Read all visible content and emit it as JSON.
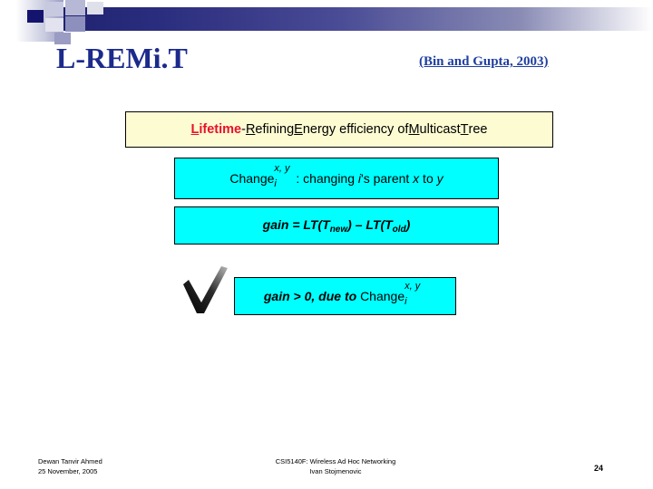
{
  "slide": {
    "title": "L-REMi.T",
    "title_display": "L-REMi.T",
    "citation": "(Bin and Gupta, 2003)",
    "accent_blue": "#1b2a8c",
    "banner_bg": "#fcfbd2",
    "box_bg": "#00ffff",
    "red": "#e8102a"
  },
  "banner": {
    "w1_initial": "L",
    "w1_rest": "ifetime",
    "dash": " - ",
    "w2_initial": "R",
    "w2_rest": "efining ",
    "w3_initial": "E",
    "w3_rest": "nergy efficiency of ",
    "w4_initial": "M",
    "w4_rest": "ulticast ",
    "w5_initial": "T",
    "w5_rest": "ree"
  },
  "box1": {
    "op": "Change",
    "sup": "x, y",
    "sub": "i",
    "colon": ":",
    "text_a": "changing ",
    "var_i": "i",
    "text_b": "'s parent ",
    "var_x": "x",
    "text_c": " to ",
    "var_y": "y"
  },
  "box2": {
    "gain": "gain",
    "eq": " = ",
    "lt1": "LT(T",
    "sub1": "new",
    "close1": ")",
    "minus": " – ",
    "lt2": "LT(T",
    "sub2": "old",
    "close2": ")"
  },
  "box3": {
    "cond": "gain > 0, due to ",
    "op": "Change",
    "sup": "x, y",
    "sub": "i"
  },
  "footer": {
    "author": "Dewan Tanvir Ahmed",
    "date": "25 November, 2005",
    "course": "CSI5140F: Wireless Ad Hoc Networking",
    "instructor": "Ivan Stojmenovic",
    "page": "24"
  }
}
